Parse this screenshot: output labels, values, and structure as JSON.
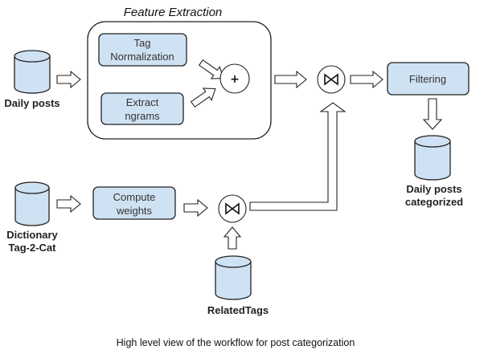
{
  "diagram": {
    "group_title": "Feature Extraction",
    "caption": "High level view of the workflow for post categorization",
    "colors": {
      "process_fill": "#cfe2f3",
      "stroke": "#222222",
      "background": "#ffffff"
    },
    "data_stores": {
      "daily_posts": {
        "label": "Daily posts",
        "icon": "database-cylinder-icon"
      },
      "dictionary": {
        "label_line1": "Dictionary",
        "label_line2": "Tag-2-Cat",
        "icon": "database-cylinder-icon"
      },
      "related_tags": {
        "label": "RelatedTags",
        "icon": "database-cylinder-icon"
      },
      "daily_posts_categorized": {
        "label_line1": "Daily posts",
        "label_line2": "categorized",
        "icon": "database-cylinder-icon"
      }
    },
    "processes": {
      "tag_normalization": {
        "line1": "Tag",
        "line2": "Normalization"
      },
      "extract_ngrams": {
        "line1": "Extract",
        "line2": "ngrams"
      },
      "compute_weights": {
        "line1": "Compute",
        "line2": "weights"
      },
      "filtering": {
        "line1": "Filtering"
      }
    },
    "operators": {
      "union": {
        "symbol": "+",
        "icon": "plus-circle-icon"
      },
      "join_top": {
        "symbol": "⋈",
        "icon": "join-bowtie-icon"
      },
      "join_bottom": {
        "symbol": "⋈",
        "icon": "join-bowtie-icon"
      }
    },
    "edges": [
      {
        "from": "Daily posts",
        "to": "Feature Extraction"
      },
      {
        "from": "Tag Normalization",
        "to": "+"
      },
      {
        "from": "Extract ngrams",
        "to": "+"
      },
      {
        "from": "Feature Extraction",
        "to": "join_top"
      },
      {
        "from": "join_top",
        "to": "Filtering"
      },
      {
        "from": "Filtering",
        "to": "Daily posts categorized"
      },
      {
        "from": "Dictionary Tag-2-Cat",
        "to": "Compute weights"
      },
      {
        "from": "Compute weights",
        "to": "join_bottom"
      },
      {
        "from": "RelatedTags",
        "to": "join_bottom"
      },
      {
        "from": "join_bottom",
        "to": "join_top"
      }
    ]
  }
}
